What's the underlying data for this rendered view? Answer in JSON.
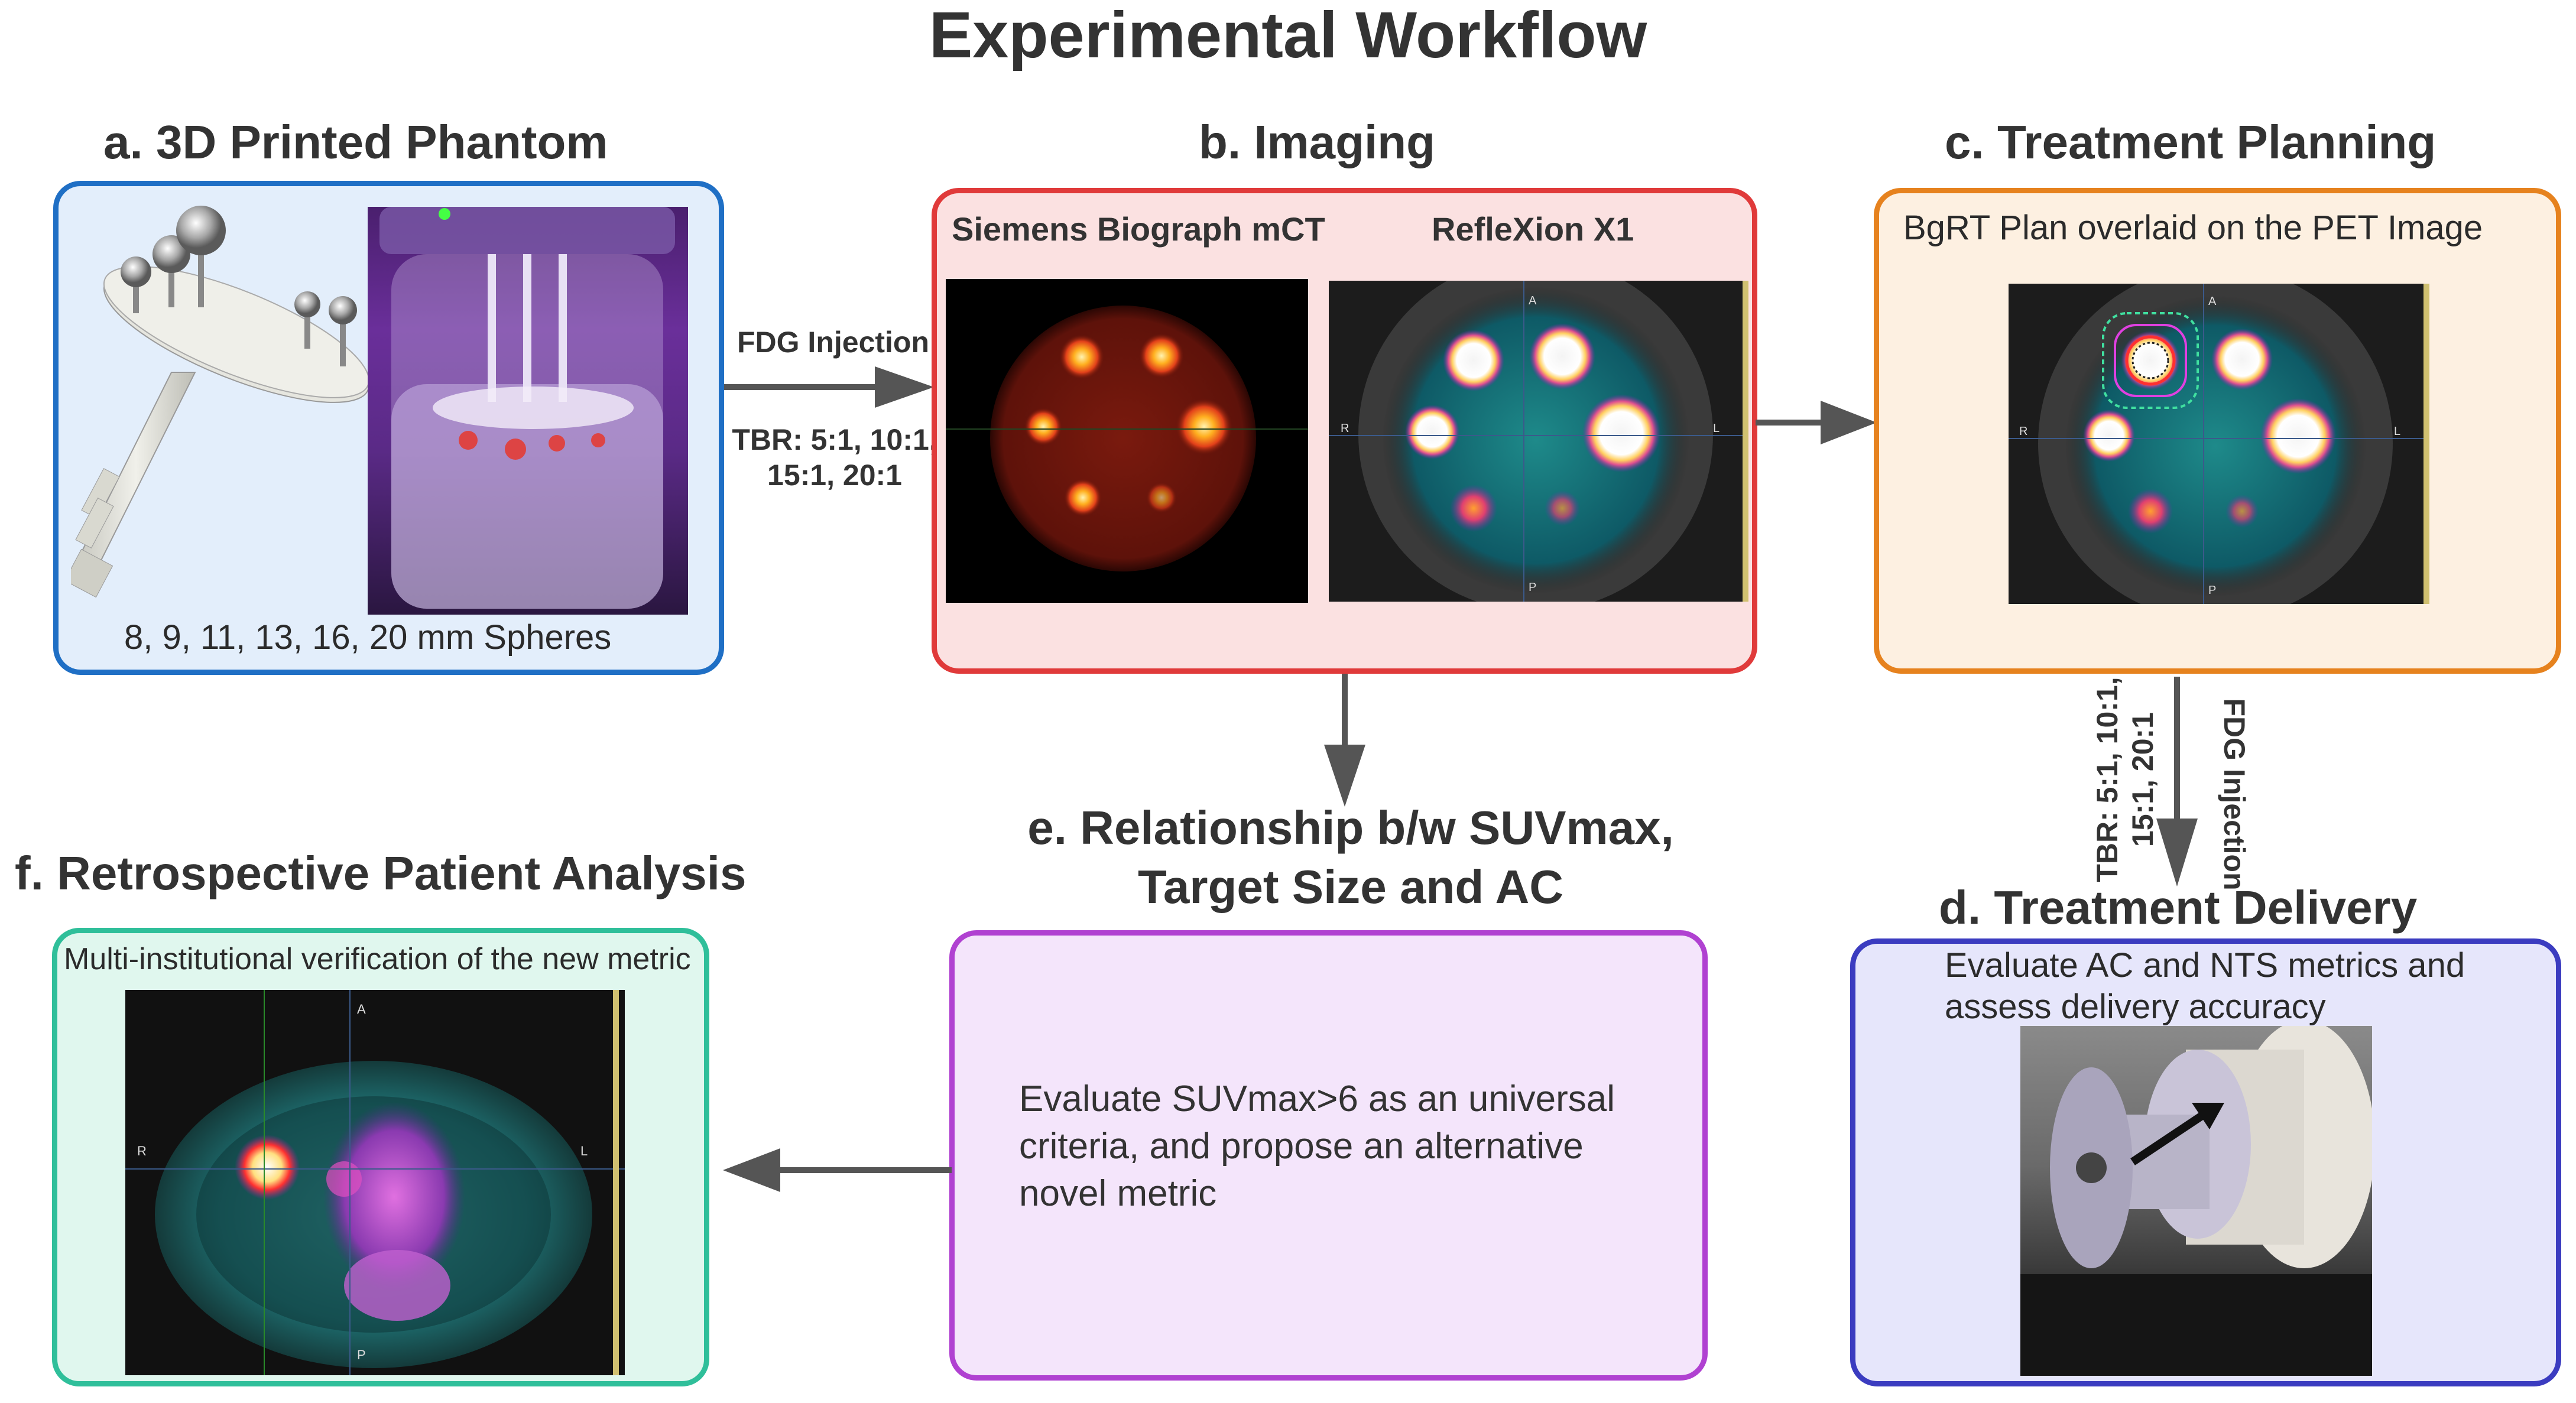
{
  "title": "Experimental Workflow",
  "panel_a": {
    "title": "a. 3D Printed Phantom",
    "caption": "8, 9, 11, 13, 16, 20 mm Spheres",
    "colors": {
      "border": "#1f6fc5",
      "fill": "#e3eefb"
    }
  },
  "panel_b": {
    "title": "b. Imaging",
    "left_label": "Siemens Biograph mCT",
    "right_label": "RefleXion X1",
    "colors": {
      "border": "#e03a3a",
      "fill": "#fbe1e1"
    }
  },
  "panel_c": {
    "title": "c. Treatment Planning",
    "caption": "BgRT Plan overlaid on the PET Image",
    "colors": {
      "border": "#e6821e",
      "fill": "#fdf0e1"
    }
  },
  "panel_d": {
    "title": "d. Treatment Delivery",
    "caption_line1": "Evaluate AC and NTS metrics and",
    "caption_line2": "assess delivery accuracy",
    "colors": {
      "border": "#3b3cc0",
      "fill": "#e6e6fb"
    }
  },
  "panel_e": {
    "title_line1": "e. Relationship b/w SUVmax,",
    "title_line2": "Target Size and AC",
    "text_line1": "Evaluate SUVmax>6 as an universal",
    "text_line2": "criteria, and propose an alternative",
    "text_line3": "novel metric",
    "colors": {
      "border": "#b041d1",
      "fill": "#f4e5fb"
    }
  },
  "panel_f": {
    "title": "f. Retrospective Patient Analysis",
    "caption": "Multi-institutional verification of the new metric",
    "colors": {
      "border": "#2fbf9a",
      "fill": "#e0f7ee"
    }
  },
  "arrow_ab": {
    "label_top": "FDG Injection",
    "label_bottom_line1": "TBR: 5:1, 10:1,",
    "label_bottom_line2": "15:1, 20:1"
  },
  "arrow_cd": {
    "label_right": "FDG Injection",
    "label_left_line1": "TBR: 5:1, 10:1,",
    "label_left_line2": "15:1, 20:1"
  },
  "image_marks": {
    "orientation": {
      "anterior": "A",
      "posterior": "P",
      "right": "R",
      "left": "L"
    }
  }
}
